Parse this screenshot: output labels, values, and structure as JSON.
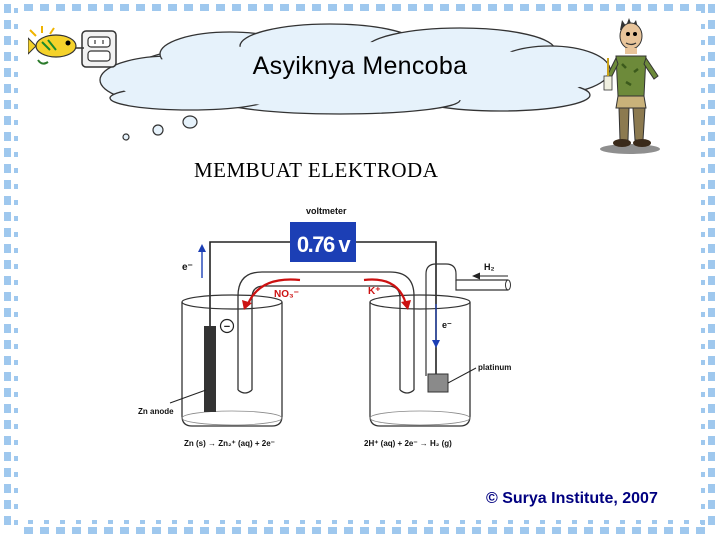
{
  "slide": {
    "title": "Asyiknya Mencoba",
    "subtitle": "MEMBUAT ELEKTRODA",
    "copyright": "© Surya Institute, 2007"
  },
  "diagram": {
    "voltmeter_label": "voltmeter",
    "voltmeter_reading": "0.76 v",
    "electron_left": "e⁻",
    "electron_right": "e⁻",
    "nitrate_ion": "NO₃⁻",
    "potassium_ion": "K⁺",
    "minus_sign": "−",
    "hydrogen_gas": "H₂",
    "platinum_label": "platinum",
    "anode_label": "Zn anode",
    "left_reaction": "Zn (s) → Zn₂⁺ (aq) + 2e⁻",
    "right_reaction": "2H⁺ (aq) + 2e⁻ → H₂ (g)"
  },
  "colors": {
    "border_blue": "#9fc8ee",
    "voltmeter_blue": "#1c3fb5",
    "ion_red": "#cc1111",
    "copyright_navy": "#000080",
    "cloud_fill": "#e6f2fb",
    "cloud_stroke": "#333333"
  }
}
